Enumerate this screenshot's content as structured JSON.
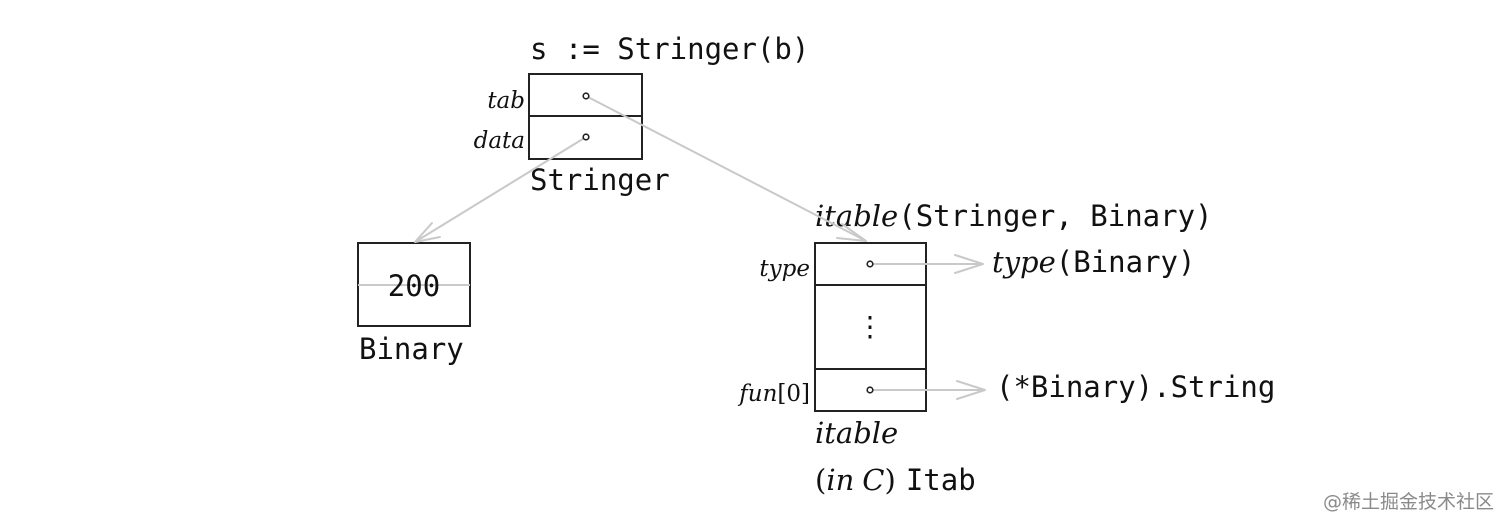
{
  "interface_value": {
    "title": "s := Stringer(b)",
    "type_label": "Stringer",
    "fields": {
      "tab": "tab",
      "data": "data"
    }
  },
  "binary_value": {
    "value": "200",
    "type_label": "Binary"
  },
  "itable": {
    "title_italic": "itable",
    "title_rest": "(Stringer, Binary)",
    "fields": {
      "type": "type",
      "ellipsis": "⋮",
      "fun_italic": "fun",
      "fun_index": "[0]"
    },
    "targets": {
      "type_italic": "type",
      "type_rest": "(Binary)",
      "fun_target": "(*Binary).String"
    },
    "caption_line1": "itable",
    "caption_open": "(",
    "caption_in": "in",
    "caption_c": "C",
    "caption_close": ")",
    "caption_itab": "Itab"
  },
  "watermark": "@稀土掘金技术社区",
  "colors": {
    "arrow": "#c9c9c9",
    "box_stroke": "#222222",
    "text": "#111111"
  }
}
